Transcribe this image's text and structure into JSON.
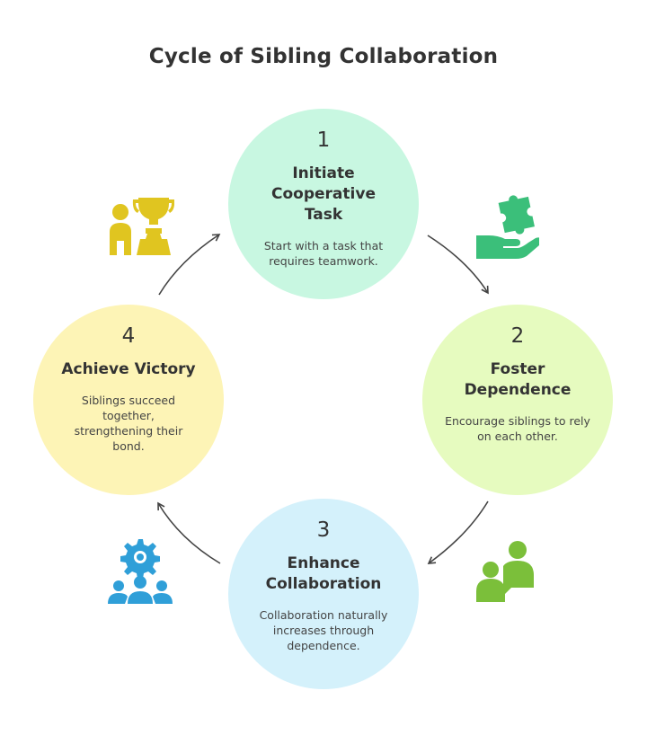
{
  "title": "Cycle of Sibling Collaboration",
  "steps": [
    {
      "number": "1",
      "heading": "Initiate Cooperative Task",
      "text": "Start with a task that requires teamwork.",
      "color": "#c8f7e1",
      "icon": "puzzle-hand-icon",
      "icon_color": "#3bbf7a"
    },
    {
      "number": "2",
      "heading": "Foster Dependence",
      "text": "Encourage siblings to rely on each other.",
      "color": "#e6fbbf",
      "icon": "people-support-icon",
      "icon_color": "#7bbf3a"
    },
    {
      "number": "3",
      "heading": "Enhance Collaboration",
      "text": "Collaboration naturally increases through dependence.",
      "color": "#d4f1fb",
      "icon": "team-gear-icon",
      "icon_color": "#2f9fd8"
    },
    {
      "number": "4",
      "heading": "Achieve Victory",
      "text": "Siblings succeed together, strengthening their bond.",
      "color": "#fdf4b6",
      "icon": "trophy-person-icon",
      "icon_color": "#e0c520"
    }
  ]
}
